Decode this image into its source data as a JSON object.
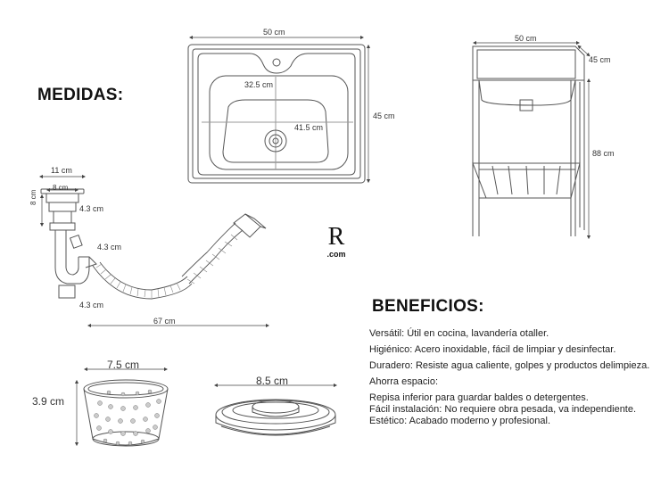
{
  "headings": {
    "medidas": "MEDIDAS:",
    "beneficios": "BENEFICIOS:"
  },
  "sink_dims": {
    "width": "50 cm",
    "height": "45 cm",
    "basin_width": "32.5 cm",
    "basin_depth": "41.5 cm"
  },
  "stand_dims": {
    "width": "50 cm",
    "depth": "45 cm",
    "height": "88 cm"
  },
  "drain_dims": {
    "top": "11 cm",
    "inner": "8 cm",
    "side": "8 cm",
    "pipe_a": "4.3 cm",
    "pipe_b": "4.3 cm",
    "pipe_c": "4.3 cm",
    "hose": "67 cm"
  },
  "strainer_dims": {
    "width": "7.5 cm",
    "height": "3.9 cm"
  },
  "stopper_dims": {
    "width": "8.5 cm"
  },
  "logo": {
    "letter": "R",
    "suffix": ".com"
  },
  "benefits": [
    {
      "label": "Versátil:",
      "text": " Útil en cocina, lavandería otaller."
    },
    {
      "label": "Higiénico:",
      "text": " Acero inoxidable, fácil de limpiar y desinfectar."
    },
    {
      "label": "Duradero:",
      "text": " Resiste agua caliente, golpes y productos delimpieza."
    },
    {
      "label": "Ahorra espacio:",
      "text": ""
    },
    {
      "label": "",
      "text": "Repisa inferior para guardar baldes o detergentes."
    },
    {
      "label": "Fácil instalación:",
      "text": " No requiere obra pesada, va independiente."
    },
    {
      "label": "Estético:",
      "text": " Acabado moderno y profesional."
    }
  ]
}
